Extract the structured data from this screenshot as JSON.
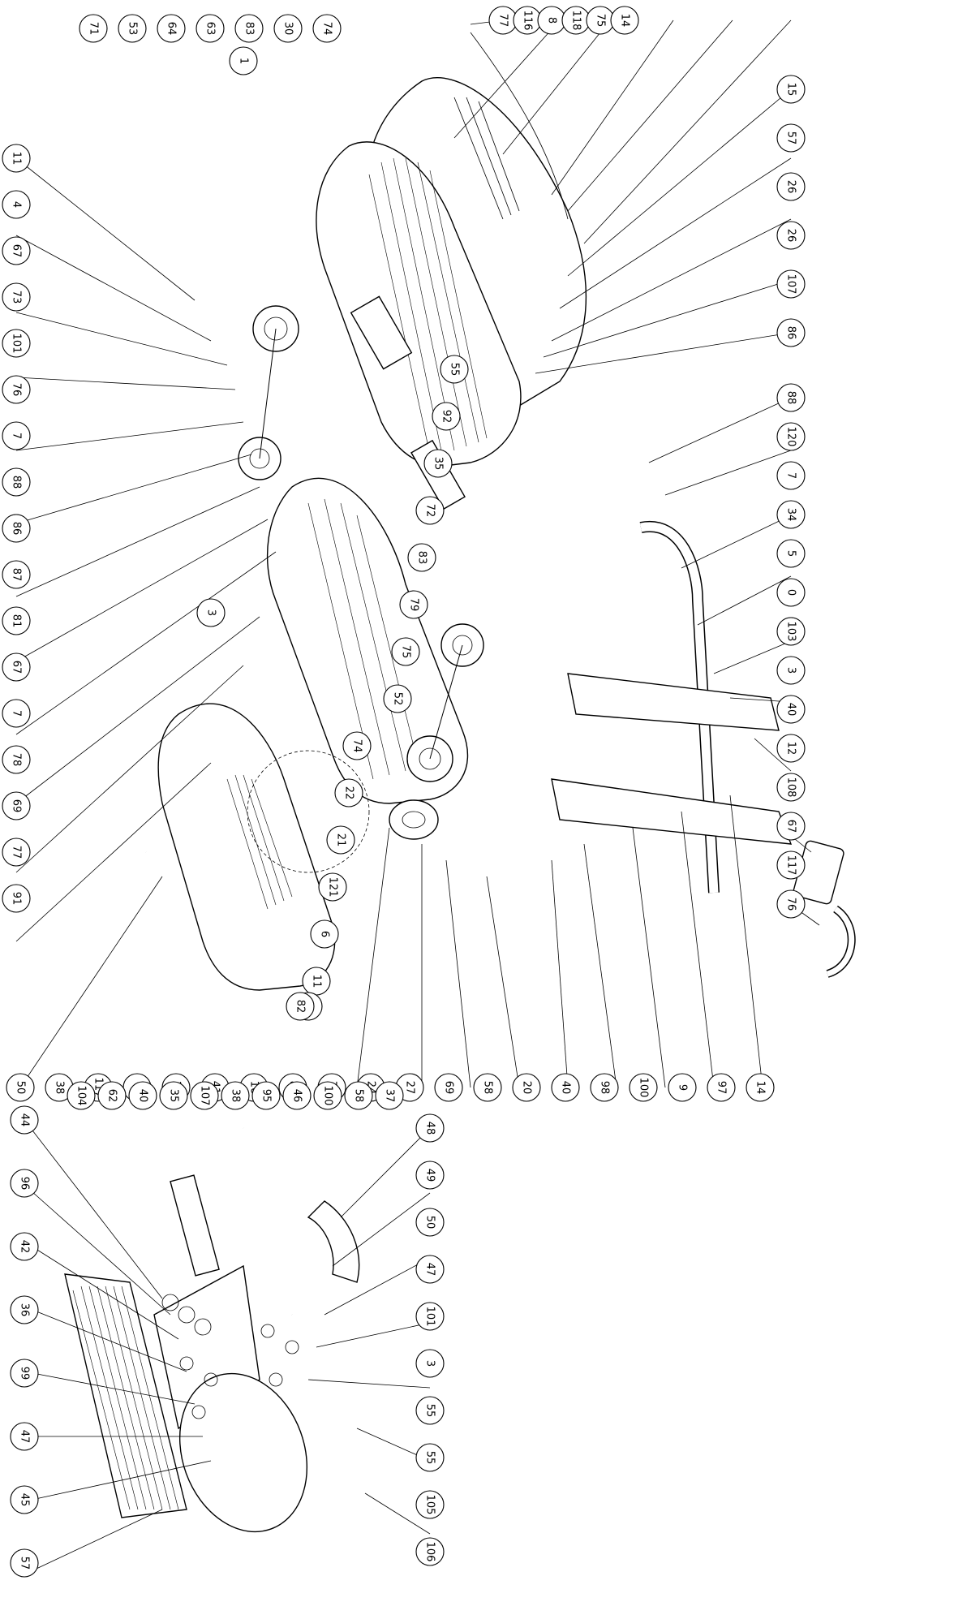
{
  "figure": "exploded parts diagram (treadmill)",
  "label_rotation_deg": 90,
  "callouts": {
    "top_row": [
      "77",
      "116",
      "8",
      "118",
      "75",
      "14",
      "15",
      "57",
      "26",
      "26",
      "107",
      "86"
    ],
    "right_belt_top": [
      "88",
      "120",
      "7",
      "34",
      "5",
      "0",
      "103",
      "3",
      "40",
      "12",
      "108",
      "67",
      "117",
      "76"
    ],
    "left_column": [
      "11",
      "4",
      "67",
      "73",
      "101",
      "76",
      "7",
      "88",
      "86",
      "87",
      "81",
      "67",
      "7",
      "78",
      "69",
      "77",
      "91"
    ],
    "left_column_b": [
      "71",
      "53",
      "64",
      "63",
      "83",
      "30",
      "74"
    ],
    "mid_row": [
      "55",
      "92",
      "35",
      "72",
      "83",
      "79",
      "75",
      "52",
      "74",
      "22",
      "21",
      "121",
      "6",
      "11",
      "13",
      "82"
    ],
    "lower_frame": [
      "50",
      "38",
      "117",
      "8",
      "18",
      "41",
      "16",
      "83",
      "78",
      "24",
      "27",
      "69",
      "58",
      "20",
      "40",
      "98",
      "100",
      "9",
      "97",
      "14"
    ],
    "bottom_panel": [
      "44",
      "96",
      "42",
      "36",
      "99",
      "47",
      "45",
      "57",
      "48",
      "49",
      "50",
      "47",
      "101",
      "3",
      "55",
      "55",
      "105",
      "106",
      "104",
      "62",
      "40",
      "35",
      "107",
      "38",
      "95",
      "46",
      "100",
      "58",
      "37"
    ],
    "single": [
      "1",
      "3"
    ]
  }
}
